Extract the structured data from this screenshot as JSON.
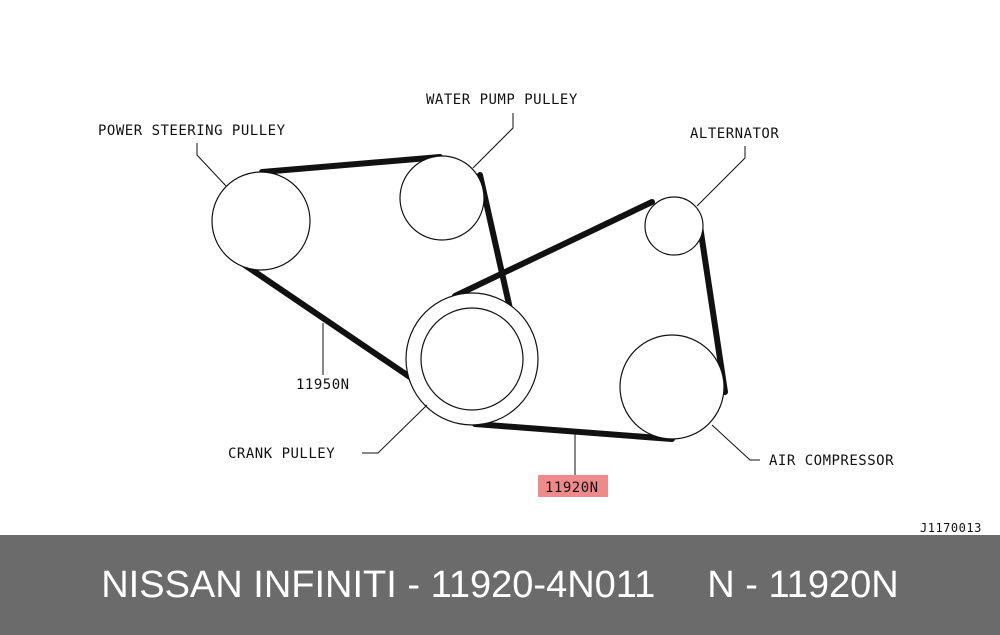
{
  "labels": {
    "water_pump": "WATER PUMP PULLEY",
    "power_steering": "POWER STEERING PULLEY",
    "alternator": "ALTERNATOR",
    "belt_ps": "11950N",
    "crank": "CRANK PULLEY",
    "air_compressor": "AIR COMPRESSOR",
    "belt_main": "11920N",
    "figure_code": "J1170013"
  },
  "footer": {
    "title": "NISSAN INFINITI - 11920-4N011",
    "code": "N - 11920N"
  },
  "colors": {
    "highlight": "#f08a8a",
    "footer_bg": "#6b6b6b"
  }
}
